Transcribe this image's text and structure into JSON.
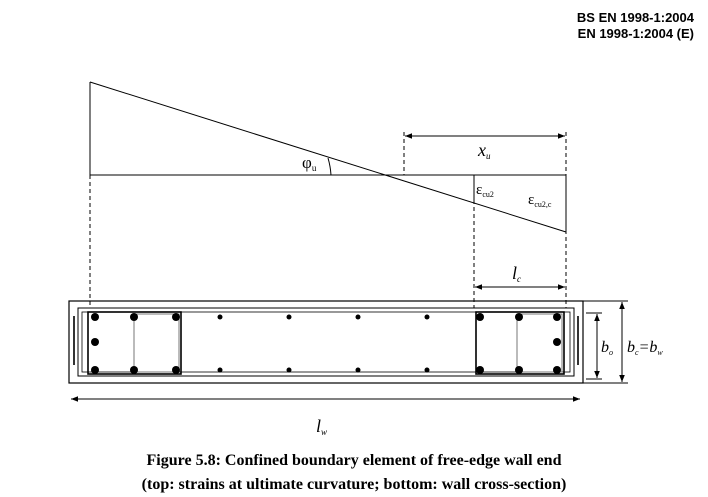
{
  "header": {
    "standard_line1": "BS EN 1998-1:2004",
    "standard_line2": "EN 1998-1:2004 (E)"
  },
  "labels": {
    "phi": "φ",
    "phi_sub": "u",
    "xu": "x",
    "xu_sub": "u",
    "eps_cu2": "ε",
    "eps_cu2_sub": "cu2",
    "eps_cu2c": "ε",
    "eps_cu2c_sub": "cu2,c",
    "lc": "l",
    "lc_sub": "c",
    "bo": "b",
    "bo_sub": "o",
    "bc": "b",
    "bc_sub": "c",
    "eq": "=b",
    "bw_sub": "w",
    "lw": "l",
    "lw_sub": "w"
  },
  "caption": {
    "line1": "Figure 5.8: Confined boundary element of free-edge wall end",
    "line2": "(top: strains at ultimate curvature; bottom: wall cross-section)"
  }
}
